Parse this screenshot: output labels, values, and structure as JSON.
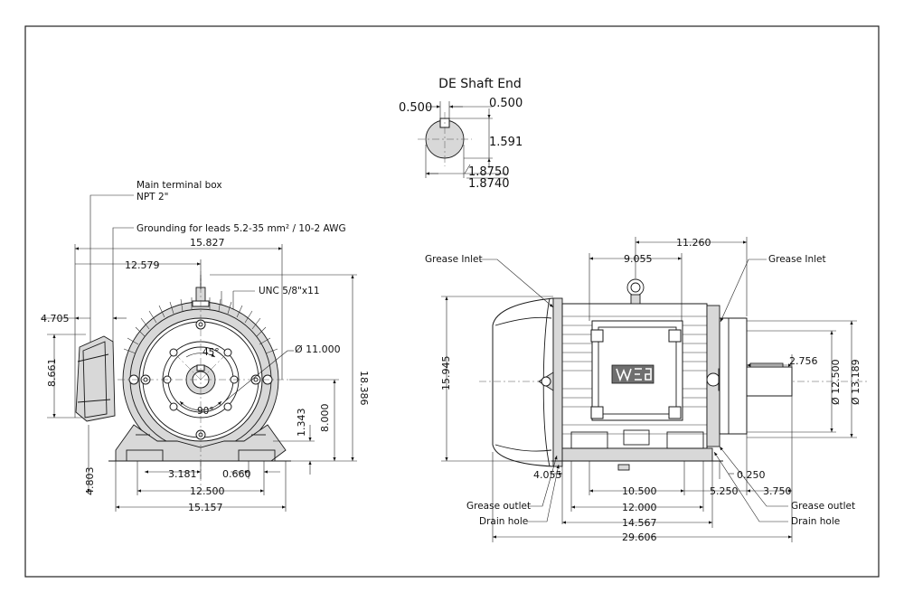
{
  "sheet": {
    "shaft_title": "DE Shaft End",
    "notes": {
      "terminal_box": "Main terminal box",
      "npt": "NPT 2\"",
      "grounding": "Grounding for leads 5.2-35 mm² / 10-2 AWG",
      "unc": "UNC 5/8\"x11",
      "grease_inlet_left": "Grease Inlet",
      "grease_inlet_right": "Grease Inlet",
      "grease_outlet_left": "Grease outlet",
      "drain_hole_left": "Drain hole",
      "grease_outlet_right": "Grease outlet",
      "drain_hole_right": "Drain hole",
      "angle_45": "45°",
      "angle_90": "90°"
    },
    "shaft_dims": {
      "key_left": "0.500",
      "key_right": "0.500",
      "key_depth": "1.591",
      "dia_max": "1.8750",
      "dia_min": "1.8740"
    },
    "front_dims": {
      "d_15827": "15.827",
      "d_12579": "12.579",
      "d_4705": "4.705",
      "d_8661": "8.661",
      "d_4803": "4.803",
      "d_11000": "Ø 11.000",
      "d_18386": "18.386",
      "d_1343": "1.343",
      "d_8000": "8.000",
      "d_3181": "3.181",
      "d_0660": "0.660",
      "d_12500": "12.500",
      "d_15157": "15.157"
    },
    "side_dims": {
      "d_11260": "11.260",
      "d_9055": "9.055",
      "d_15945": "15.945",
      "d_2756": "2.756",
      "d_dia12500": "Ø 12.500",
      "d_dia13189": "Ø 13.189",
      "d_4055": "4.055",
      "d_0250": "0.250",
      "d_10500": "10.500",
      "d_5250": "5.250",
      "d_3750": "3.750",
      "d_12000": "12.000",
      "d_14567": "14.567",
      "d_29606": "29.606"
    }
  }
}
